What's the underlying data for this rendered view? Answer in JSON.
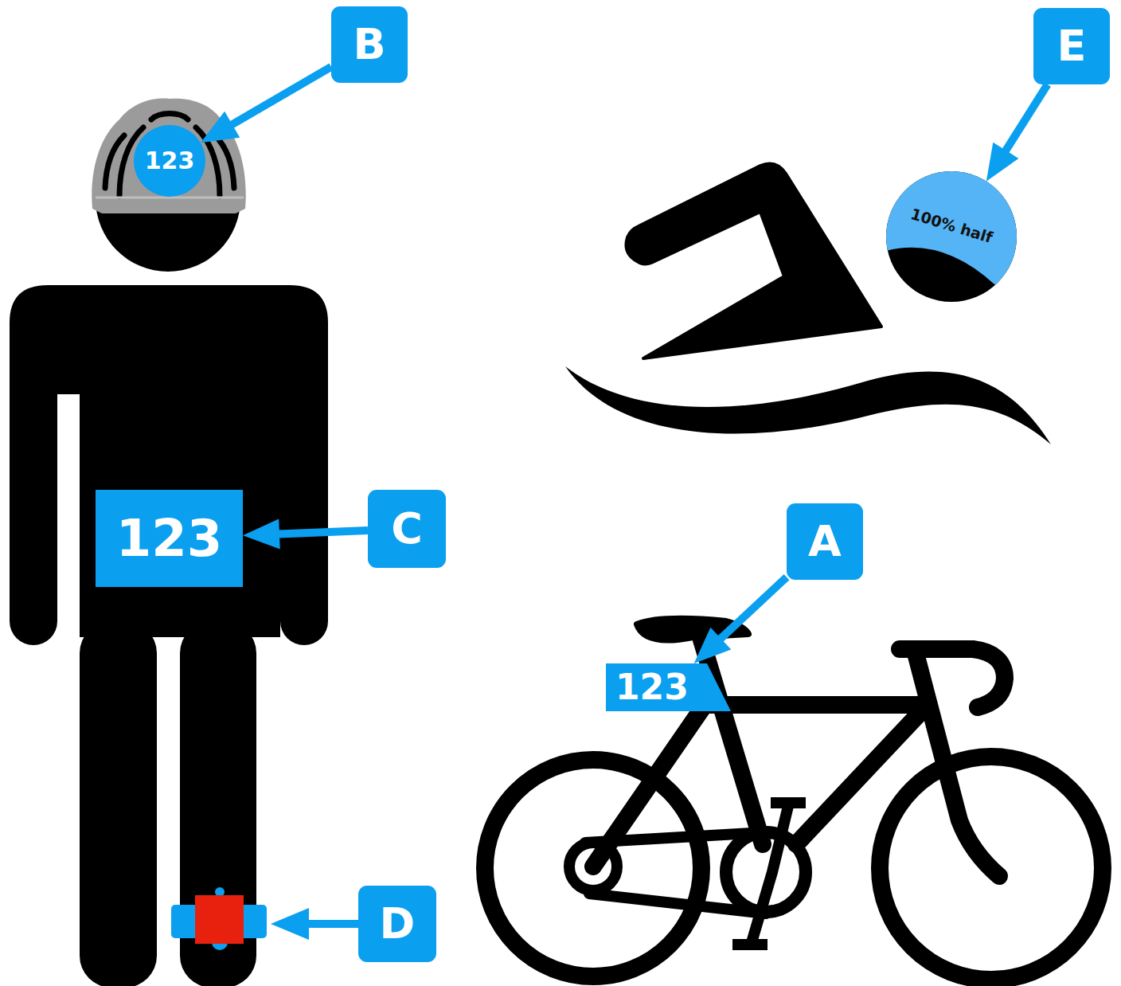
{
  "diagram": {
    "nodes": [
      {
        "text": [
          "B"
        ]
      },
      {
        "text": [
          "123"
        ]
      },
      {
        "text": [
          "E"
        ]
      },
      {
        "text": [
          "100% half"
        ]
      },
      {
        "text": [
          "C"
        ]
      },
      {
        "text": [
          "123"
        ]
      },
      {
        "text": [
          "A"
        ]
      },
      {
        "text": [
          "123"
        ]
      },
      {
        "text": [
          "D"
        ]
      }
    ],
    "edges": [
      {
        "from": 0,
        "to": 1,
        "arrow": "to"
      },
      {
        "from": 2,
        "to": 3,
        "arrow": "to"
      },
      {
        "from": 4,
        "to": 5,
        "arrow": "to"
      },
      {
        "from": 6,
        "to": 7,
        "arrow": "to"
      }
    ]
  }
}
